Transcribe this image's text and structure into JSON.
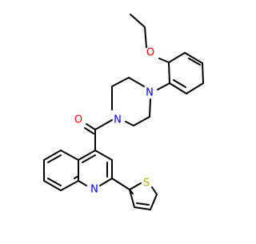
{
  "molecule": {
    "atom_labels": {
      "ether_oxygen": "O",
      "carbonyl_oxygen": "O",
      "piperazine_n_aryl": "N",
      "piperazine_n_amide": "N",
      "quinoline_n": "N",
      "thiophene_s": "S"
    },
    "colors": {
      "bond": "#000000",
      "oxygen": "#ff0000",
      "nitrogen": "#0000ff",
      "sulfur": "#b3b300"
    }
  }
}
